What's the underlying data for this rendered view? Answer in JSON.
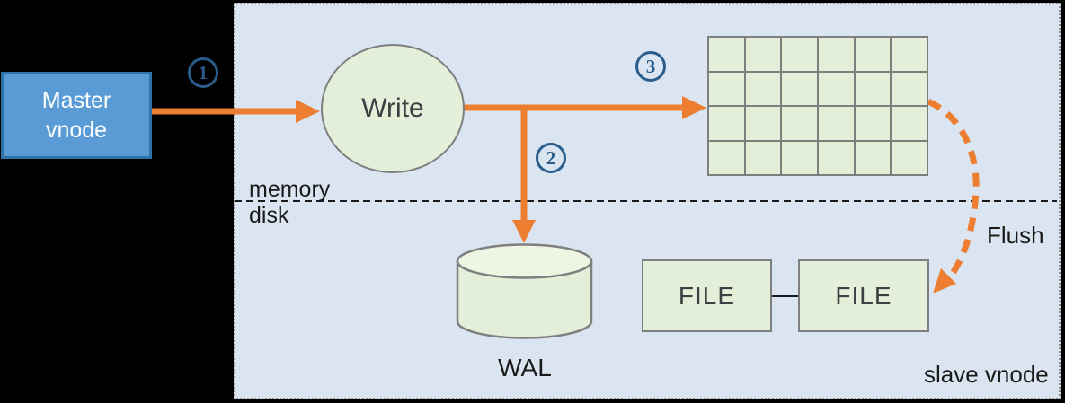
{
  "colors": {
    "canvas": "#000000",
    "panel_bg": "#dbe5f1",
    "panel_border": "#8f8f8f",
    "shape_green": "#e4efda",
    "shape_green_light": "#eef5e3",
    "shape_border": "#7f7f7f",
    "master_blue": "#5b9bd5",
    "master_border": "#2e74a8",
    "arrow_orange": "#ed7d31",
    "step_navy": "#2a5d8c",
    "text_dark": "#3c4043",
    "text_black": "#1a1a1a"
  },
  "panel": {
    "label": "slave vnode"
  },
  "nodes": {
    "master": {
      "label": "Master vnode"
    },
    "write": {
      "label": "Write"
    },
    "wal": {
      "label": "WAL"
    },
    "file_left": {
      "label": "FILE"
    },
    "file_right": {
      "label": "FILE"
    }
  },
  "steps": [
    "1",
    "2",
    "3"
  ],
  "labels": {
    "memory": "memory",
    "disk": "disk",
    "flush": "Flush"
  },
  "memtable_grid": {
    "rows": 4,
    "cols": 6
  }
}
